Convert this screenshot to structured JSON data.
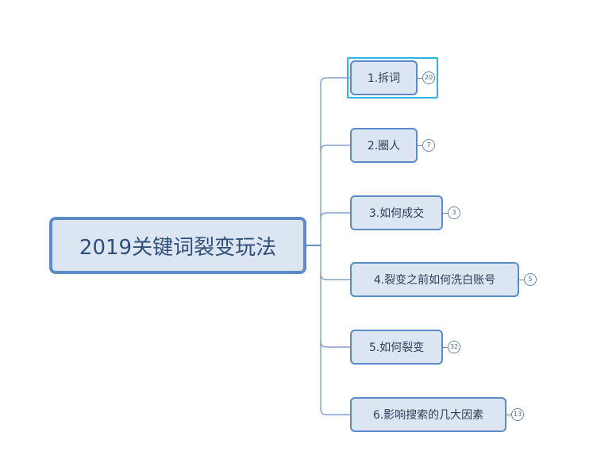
{
  "mindmap": {
    "root": {
      "label": "2019关键词裂变玩法"
    },
    "topics": [
      {
        "label": "1.拆词",
        "count": "20",
        "selected": true
      },
      {
        "label": "2.圈人",
        "count": "7"
      },
      {
        "label": "3.如何成交",
        "count": "3"
      },
      {
        "label": "4.裂变之前如何洗白账号",
        "count": "5"
      },
      {
        "label": "5.如何裂变",
        "count": "32"
      },
      {
        "label": "6.影响搜索的几大因素",
        "count": "13"
      }
    ],
    "colors": {
      "node_fill": "#dce5f2",
      "node_border": "#5b8cc8",
      "connector": "#6a8fc4",
      "selection": "#2ab7e6",
      "text": "#2d3f58"
    }
  }
}
